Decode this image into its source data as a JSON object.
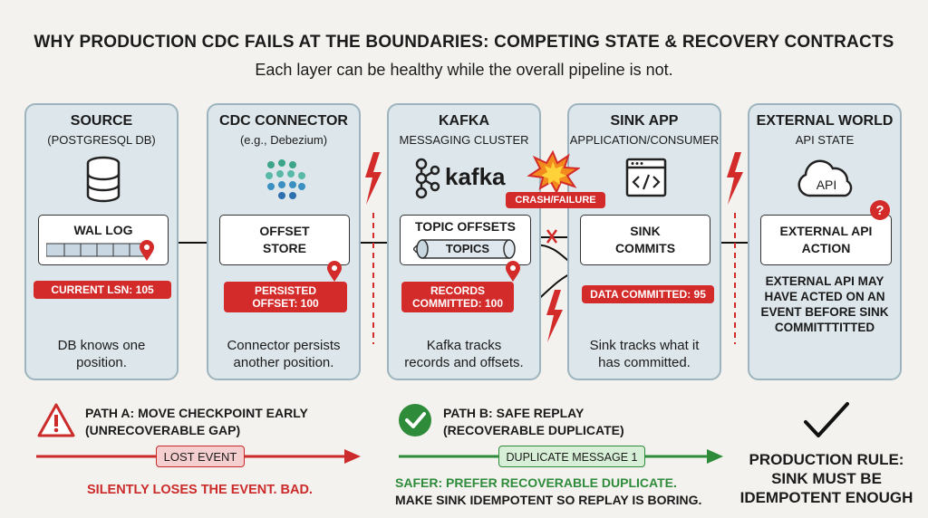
{
  "header": {
    "title": "WHY PRODUCTION CDC FAILS AT THE BOUNDARIES: COMPETING STATE & RECOVERY CONTRACTS",
    "subtitle": "Each layer can be healthy while the overall pipeline is not."
  },
  "columns": {
    "source": {
      "title": "SOURCE",
      "subtitle": "(POSTGRESQL DB)",
      "box_label": "WAL LOG",
      "badge": "CURRENT LSN: 105",
      "caption_l1": "DB knows one",
      "caption_l2": "position."
    },
    "connector": {
      "title": "CDC CONNECTOR",
      "subtitle": "(e.g., Debezium)",
      "box_l1": "OFFSET",
      "box_l2": "STORE",
      "badge_l1": "PERSISTED",
      "badge_l2": "OFFSET: 100",
      "caption_l1": "Connector persists",
      "caption_l2": "another position."
    },
    "kafka": {
      "title": "KAFKA",
      "subtitle": "MESSAGING CLUSTER",
      "logo_text": "kafka",
      "box_label": "TOPIC OFFSETS",
      "topics_label": "TOPICS",
      "badge_l1": "RECORDS",
      "badge_l2": "COMMITTED: 100",
      "caption_l1": "Kafka tracks",
      "caption_l2": "records and offsets."
    },
    "sink": {
      "title": "SINK APP",
      "subtitle": "APPLICATION/CONSUMER",
      "crash_label": "CRASH/FAILURE",
      "box_l1": "SINK",
      "box_l2": "COMMITS",
      "badge": "DATA COMMITTED: 95",
      "caption_l1": "Sink tracks what it",
      "caption_l2": "has committed."
    },
    "external": {
      "title": "EXTERNAL WORLD",
      "subtitle": "API STATE",
      "cloud_label": "API",
      "box_l1": "EXTERNAL API",
      "box_l2": "ACTION",
      "note_l1": "EXTERNAL API MAY",
      "note_l2": "HAVE ACTED ON AN",
      "note_l3": "EVENT BEFORE SINK",
      "note_l4": "COMMITTTITTED"
    }
  },
  "path_a": {
    "title_l1": "PATH A: MOVE CHECKPOINT EARLY",
    "title_l2": "(UNRECOVERABLE GAP)",
    "event_label": "LOST EVENT",
    "result": "SILENTLY LOSES THE EVENT. BAD."
  },
  "path_b": {
    "title_l1": "PATH B: SAFE REPLAY",
    "title_l2": "(RECOVERABLE DUPLICATE)",
    "event_label": "DUPLICATE MESSAGE 1",
    "result_l1": "SAFER: PREFER RECOVERABLE DUPLICATE.",
    "result_l2": "MAKE SINK IDEMPOTENT SO REPLAY IS BORING."
  },
  "rule": {
    "l1": "PRODUCTION RULE:",
    "l2": "SINK MUST BE",
    "l3": "IDEMPOTENT ENOUGH"
  },
  "colors": {
    "red": "#d32a2a",
    "green": "#2e8b3a",
    "panel": "#dde6ea"
  }
}
